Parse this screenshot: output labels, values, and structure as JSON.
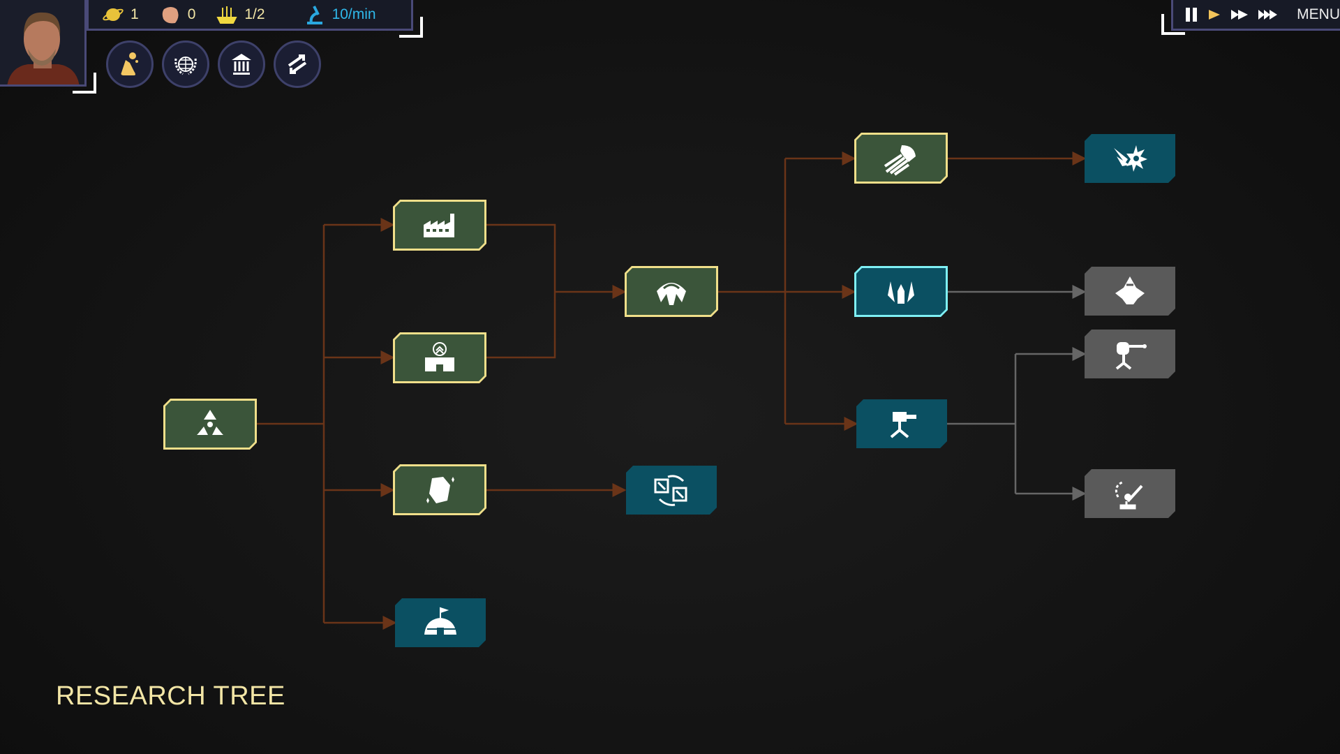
{
  "resources": [
    {
      "icon": "planet-icon",
      "value": "1",
      "color": "#e8c23a"
    },
    {
      "icon": "asteroid-icon",
      "value": "0",
      "color": "#e0a080"
    },
    {
      "icon": "ship-icon",
      "value": "1/2",
      "color": "#f0d840"
    },
    {
      "icon": "microscope-icon",
      "value": "10/min",
      "color": "#2aa8e0"
    }
  ],
  "actions": [
    "research-icon",
    "diplomacy-icon",
    "government-icon",
    "trade-icon"
  ],
  "speed": {
    "menu_label": "MENU",
    "active": "play"
  },
  "title": "RESEARCH TREE",
  "colors": {
    "researched_border": "#f0df8a",
    "researched_fill": "#3b553a",
    "available": "#0b5062",
    "locked": "#5a5a5a",
    "line_active": "#6a3418",
    "line_locked": "#666666"
  },
  "nodes": [
    {
      "id": "root",
      "icon": "radiation-icon",
      "state": "researched"
    },
    {
      "id": "industry",
      "icon": "factory-icon",
      "state": "researched"
    },
    {
      "id": "academy",
      "icon": "academy-icon",
      "state": "researched"
    },
    {
      "id": "mining",
      "icon": "ore-icon",
      "state": "researched"
    },
    {
      "id": "outpost",
      "icon": "dome-base-icon",
      "state": "available"
    },
    {
      "id": "frigate",
      "icon": "frigate-icon",
      "state": "researched"
    },
    {
      "id": "exchange",
      "icon": "exchange-icon",
      "state": "available"
    },
    {
      "id": "engines",
      "icon": "thruster-icon",
      "state": "researched"
    },
    {
      "id": "fighter",
      "icon": "fighter-icon",
      "state": "selected"
    },
    {
      "id": "turret",
      "icon": "turret-icon",
      "state": "available"
    },
    {
      "id": "impact",
      "icon": "impact-icon",
      "state": "available"
    },
    {
      "id": "cruiser",
      "icon": "cruiser-icon",
      "state": "locked"
    },
    {
      "id": "laser-turret",
      "icon": "laser-turret-icon",
      "state": "locked"
    },
    {
      "id": "radar",
      "icon": "radar-icon",
      "state": "locked"
    }
  ]
}
